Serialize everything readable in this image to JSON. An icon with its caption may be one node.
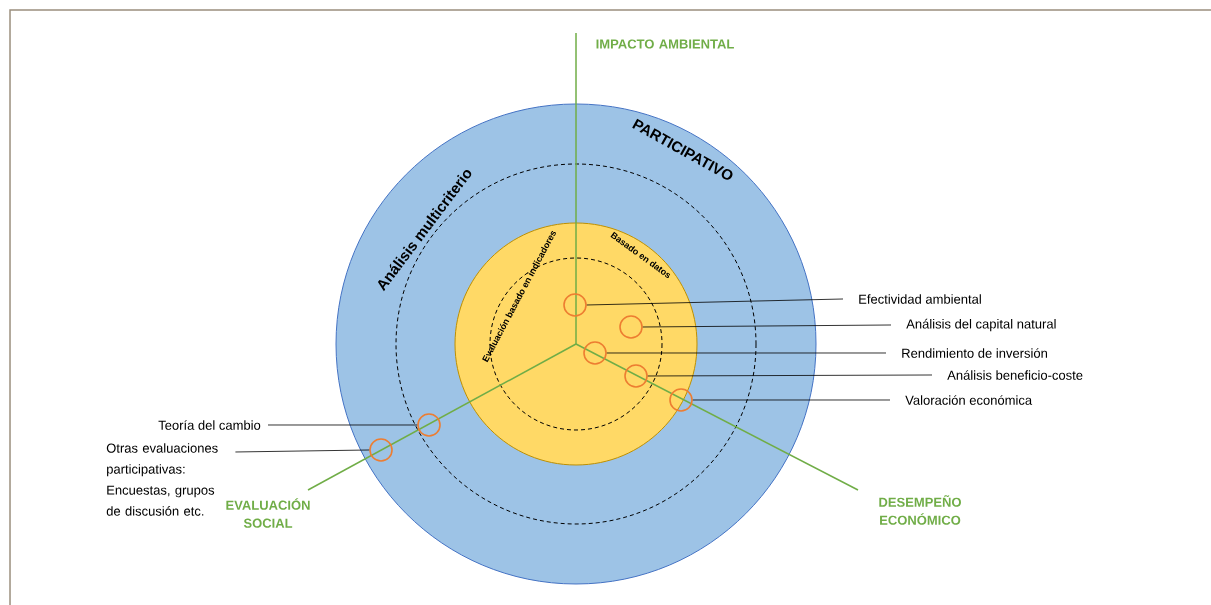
{
  "diagram": {
    "nodes": [
      {
        "text": [
          "PARTICIPATIVO",
          "Análisis multicriterio"
        ]
      },
      {
        "text": [
          "Basado en datos",
          "Evaluación basado en indicadores"
        ],
        "in": 0
      },
      {
        "text": [],
        "shape": "circle",
        "in": 1
      },
      {
        "text": [],
        "shape": "circle",
        "in": 1
      },
      {
        "text": [],
        "shape": "circle",
        "in": 1
      },
      {
        "text": [],
        "shape": "circle",
        "in": 1
      },
      {
        "text": [],
        "shape": "circle",
        "in": 1
      },
      {
        "text": [],
        "shape": "circle",
        "in": 0
      },
      {
        "text": [],
        "shape": "circle",
        "in": 0
      },
      {
        "text": [
          "Efectividad ambiental"
        ]
      },
      {
        "text": [
          "Análisis del capital natural"
        ]
      },
      {
        "text": [
          "Rendimiento de inversión"
        ]
      },
      {
        "text": [
          "Análisis beneficio-coste"
        ]
      },
      {
        "text": [
          "Valoración económica"
        ]
      },
      {
        "text": [
          "Teoría del cambio"
        ]
      },
      {
        "text": [
          "Otras evaluaciones participativas: Encuestas, grupos de discusión etc."
        ]
      }
    ],
    "edges": [
      {
        "from": 9,
        "to": 2,
        "arrow": "none"
      },
      {
        "from": 10,
        "to": 3,
        "arrow": "none"
      },
      {
        "from": 11,
        "to": 4,
        "arrow": "none"
      },
      {
        "from": 12,
        "to": 5,
        "arrow": "none"
      },
      {
        "from": 13,
        "to": 6,
        "arrow": "none"
      },
      {
        "from": 14,
        "to": 7,
        "arrow": "none"
      },
      {
        "from": 15,
        "to": 8,
        "arrow": "none"
      }
    ],
    "labels": [
      "IMPACTO AMBIENTAL",
      "EVALUACIÓN SOCIAL",
      "DESEMPEÑO ECONÓMICO"
    ]
  }
}
